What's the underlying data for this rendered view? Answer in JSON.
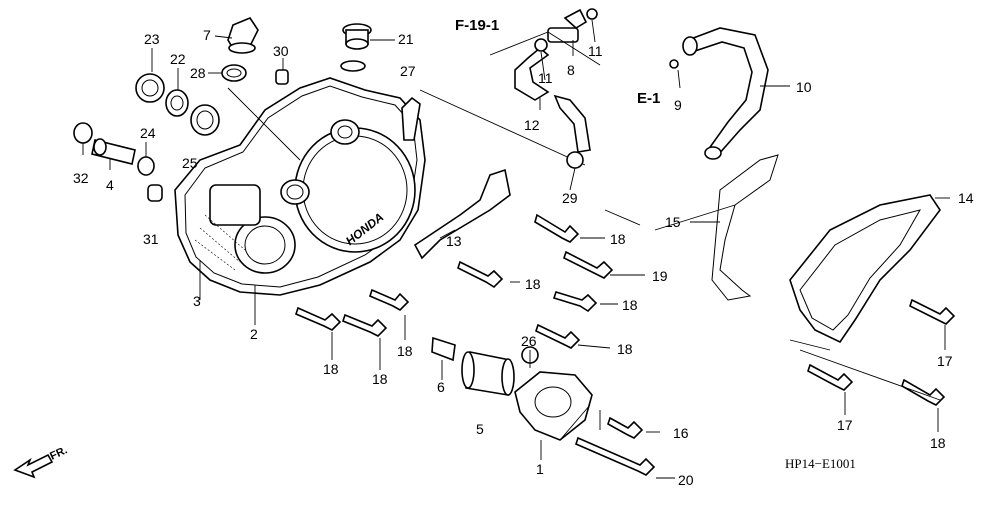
{
  "diagram": {
    "drawing_code": "HP14−E1001",
    "direction_label": "FR.",
    "logo_text": "HONDA",
    "reference_labels": [
      "F-19-1",
      "E-1"
    ],
    "callouts": [
      "1",
      "2",
      "3",
      "4",
      "5",
      "6",
      "7",
      "8",
      "9",
      "10",
      "11",
      "11",
      "12",
      "13",
      "14",
      "15",
      "16",
      "17",
      "17",
      "18",
      "18",
      "18",
      "18",
      "18",
      "18",
      "18",
      "18",
      "19",
      "20",
      "21",
      "22",
      "23",
      "24",
      "25",
      "26",
      "27",
      "28",
      "29",
      "30",
      "31",
      "32"
    ],
    "parts": {
      "left_crankcase_cover": "2",
      "water_pump_cover": "1",
      "oil_filter": "5",
      "radiator_hose_upper": "10",
      "water_hose": "12",
      "hose_guard": "14"
    }
  }
}
